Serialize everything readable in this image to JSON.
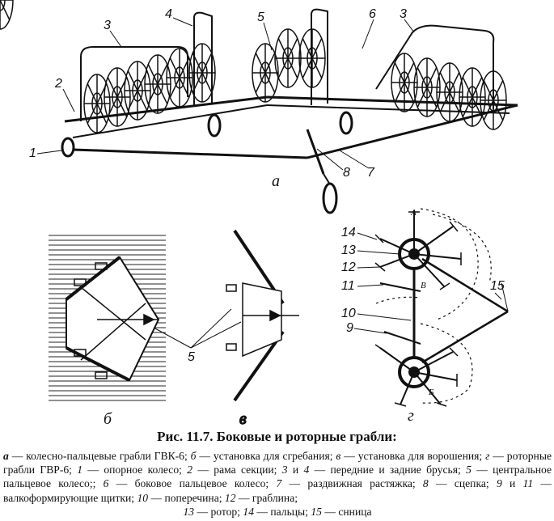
{
  "figure": {
    "labels_a": {
      "n1": "1",
      "n2": "2",
      "n3a": "3",
      "n4": "4",
      "n5": "5",
      "n6": "6",
      "n3b": "3",
      "n8": "8",
      "n7": "7",
      "sub_a": "а"
    },
    "labels_b": {
      "n5": "5",
      "sub_b": "б",
      "sub_v": "в"
    },
    "labels_g": {
      "n14": "14",
      "n13": "13",
      "n12": "12",
      "n11": "11",
      "n10": "10",
      "n9": "9",
      "n15": "15",
      "sub_g": "г",
      "A": "А",
      "V": "В",
      "B": "Б"
    }
  },
  "caption": "Рис. 11.7. Боковые и роторные грабли:",
  "legend": {
    "a_key": "а",
    "a_text": " — колесно-пальцевые грабли ГВК-6; ",
    "b_key": "б",
    "b_text": " — установка для сгребания; ",
    "v_key": "в",
    "v_text": " — установка для ворошения; ",
    "g_key": "г",
    "g_text": " — роторные грабли ГВР-6; ",
    "i1": "1",
    "t1": " — опорное колесо; ",
    "i2": "2",
    "t2": " — рама секции; ",
    "i34": "3",
    "t34a": " и ",
    "i4": "4",
    "t34": " — передние и задние брусья; ",
    "i5": "5",
    "t5": " — центральное пальцевое колесо;; ",
    "i6": "6",
    "t6": " — боковое пальцевое колесо; ",
    "i7": "7",
    "t7": " — раздвижная растяжка; ",
    "i8": "8",
    "t8": " — сцепка; ",
    "i9": "9",
    "t9a": " и ",
    "i11": "11",
    "t9": " — валкоформирующие щитки; ",
    "i10": "10",
    "t10": " — поперечина; ",
    "i12": "12",
    "t12": " — граблина;",
    "i13": "13",
    "t13": " — ротор; ",
    "i14": "14",
    "t14": " — пальцы; ",
    "i15": "15",
    "t15": " — снница"
  }
}
